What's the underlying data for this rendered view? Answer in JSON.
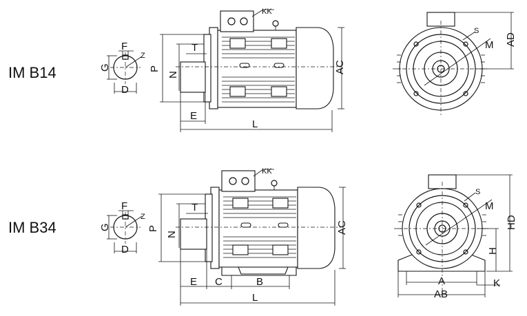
{
  "drawings": {
    "b14": {
      "title": "IM B14",
      "labels": {
        "F": "F",
        "Z": "Z",
        "G": "G",
        "D": "D",
        "P": "P",
        "T": "T",
        "N": "N",
        "E": "E",
        "L": "L",
        "KK": "KK",
        "AC": "AC",
        "AD": "AD",
        "S": "S",
        "M": "M"
      }
    },
    "b34": {
      "title": "IM B34",
      "labels": {
        "F": "F",
        "Z": "Z",
        "G": "G",
        "D": "D",
        "P": "P",
        "T": "T",
        "N": "N",
        "E": "E",
        "C": "C",
        "B": "B",
        "L": "L",
        "KK": "KK",
        "AC": "AC",
        "HD": "HD",
        "S": "S",
        "M": "M",
        "H": "H",
        "A": "A",
        "AB": "AB",
        "K": "K"
      }
    }
  },
  "colors": {
    "line": "#111111",
    "background": "#ffffff"
  }
}
